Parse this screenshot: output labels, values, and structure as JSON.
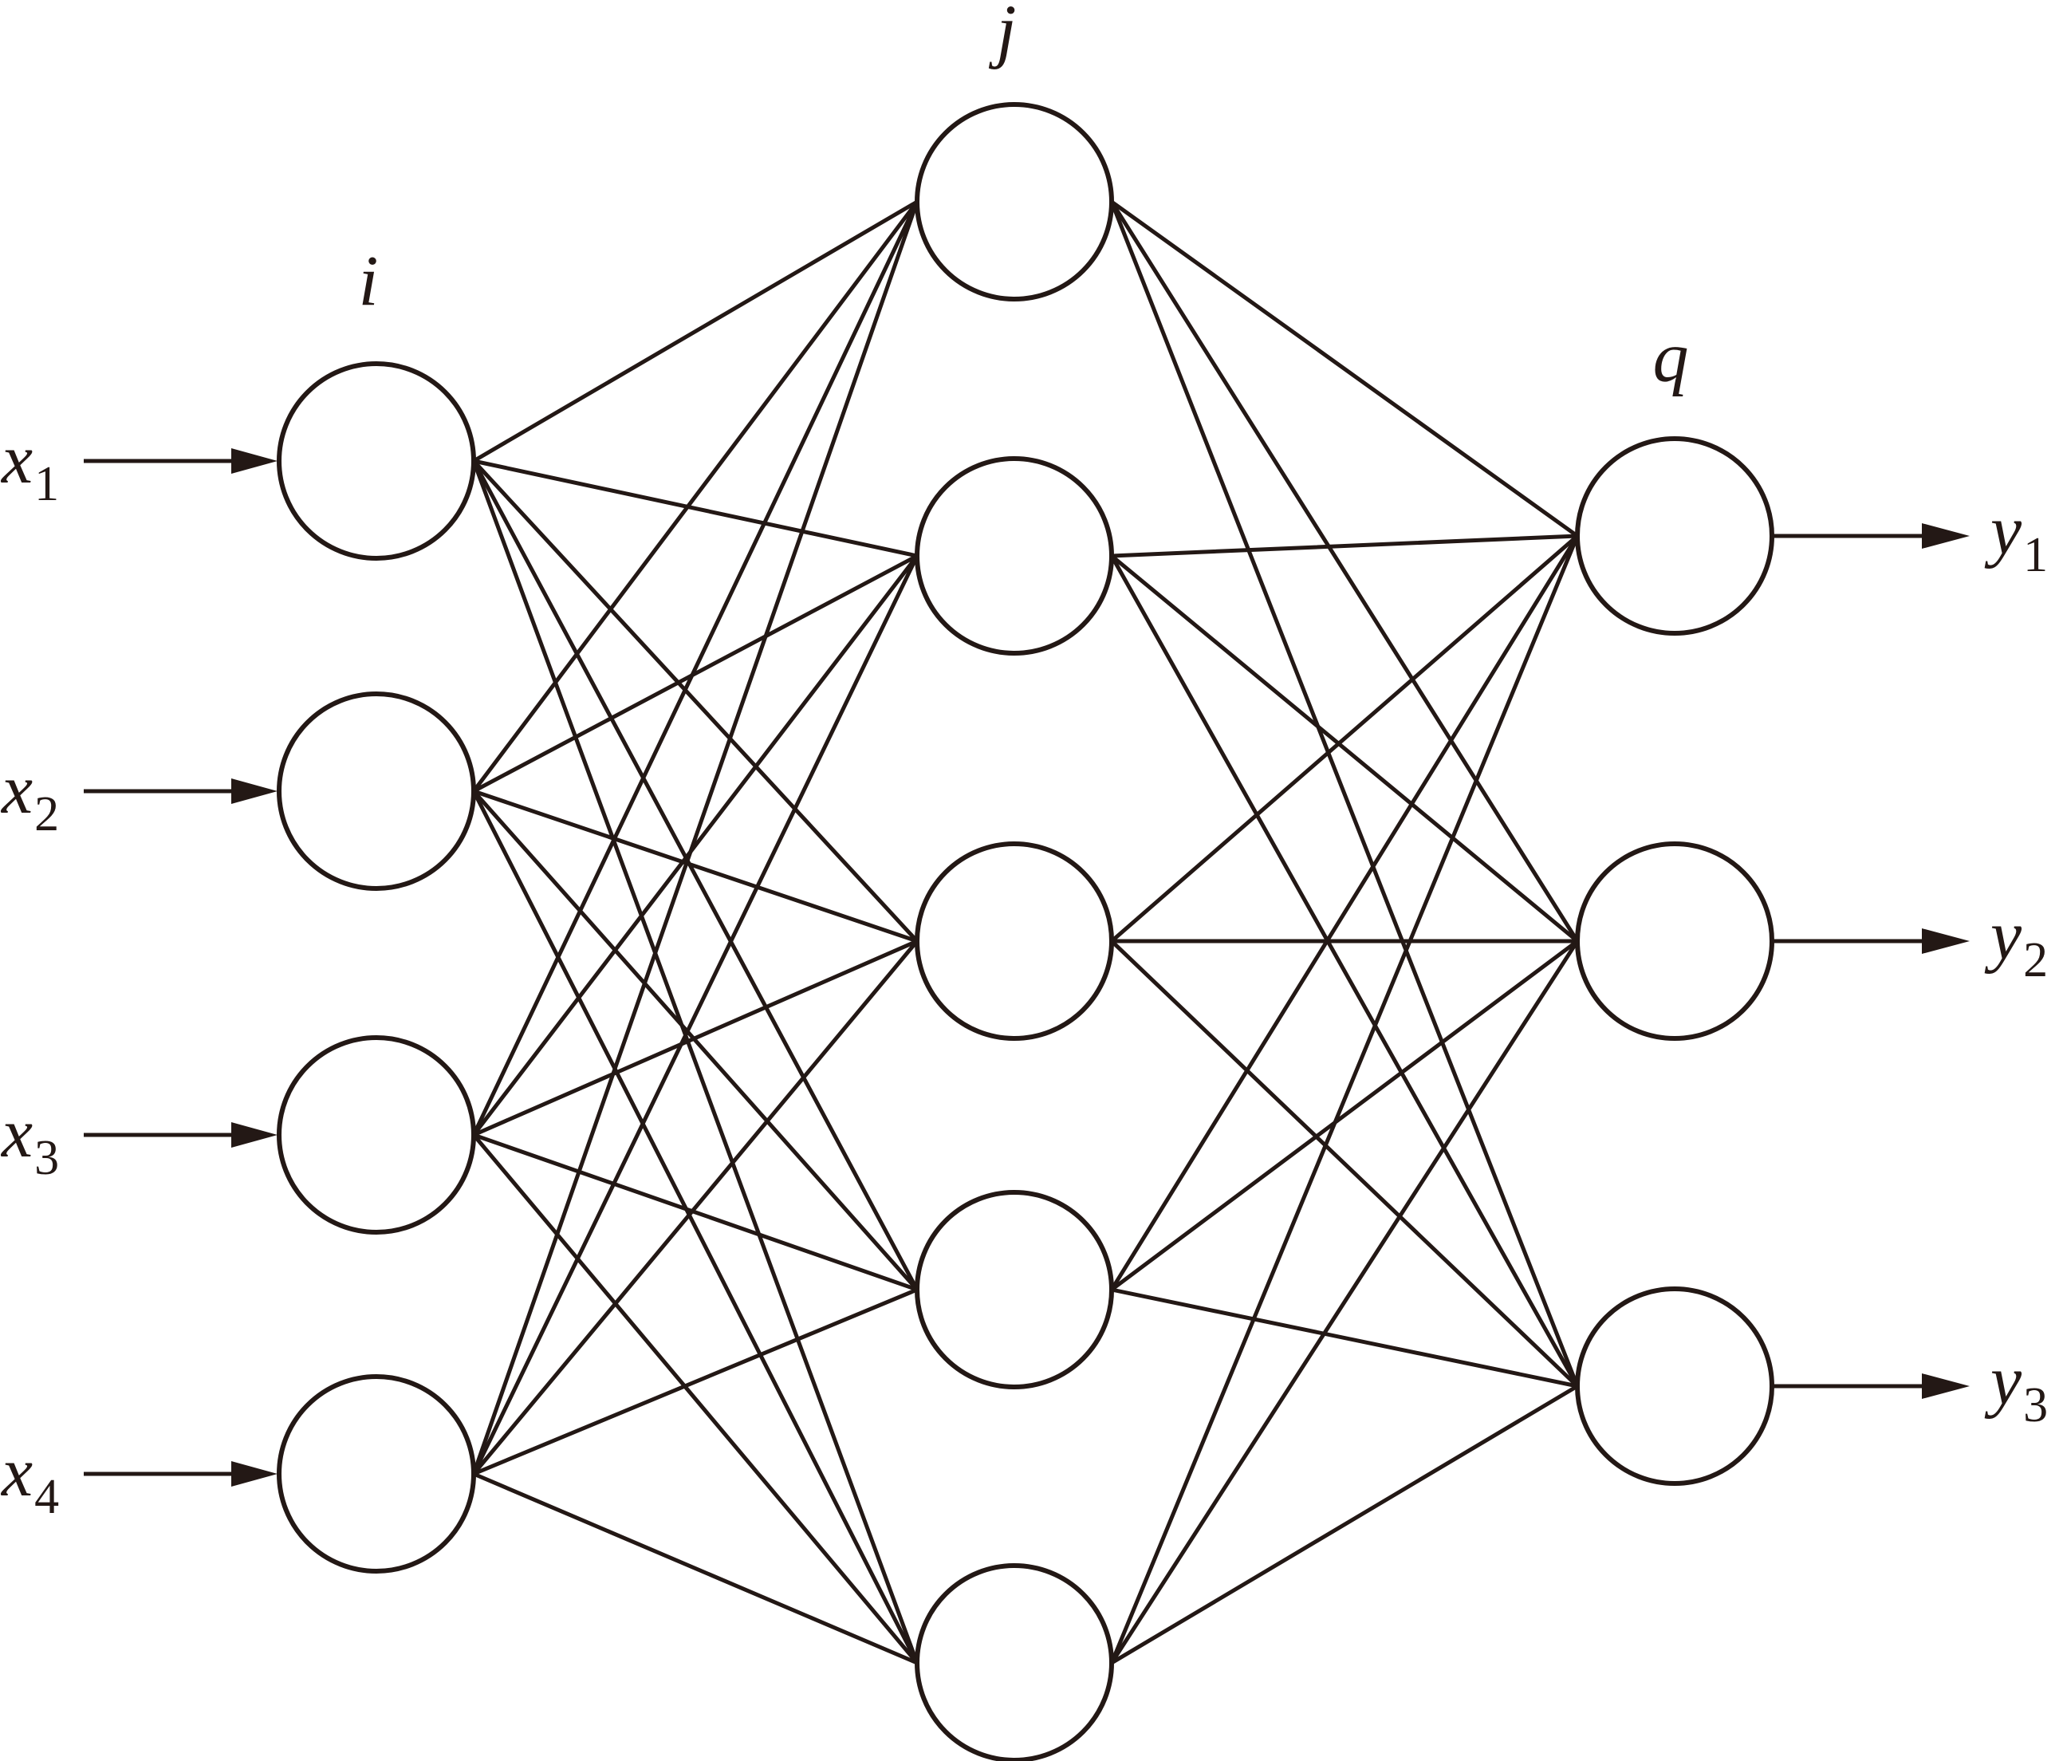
{
  "diagram": {
    "layers": {
      "input": {
        "label": "i",
        "nodes": 4
      },
      "hidden": {
        "label": "j",
        "nodes": 5
      },
      "output": {
        "label": "q",
        "nodes": 3
      }
    },
    "inputs": [
      {
        "var": "x",
        "sub": "1"
      },
      {
        "var": "x",
        "sub": "2"
      },
      {
        "var": "x",
        "sub": "3"
      },
      {
        "var": "x",
        "sub": "4"
      }
    ],
    "outputs": [
      {
        "var": "y",
        "sub": "1"
      },
      {
        "var": "y",
        "sub": "2"
      },
      {
        "var": "y",
        "sub": "3"
      }
    ],
    "connectivity": "fully-connected",
    "colors": {
      "stroke": "#231815",
      "background": "#ffffff"
    }
  }
}
